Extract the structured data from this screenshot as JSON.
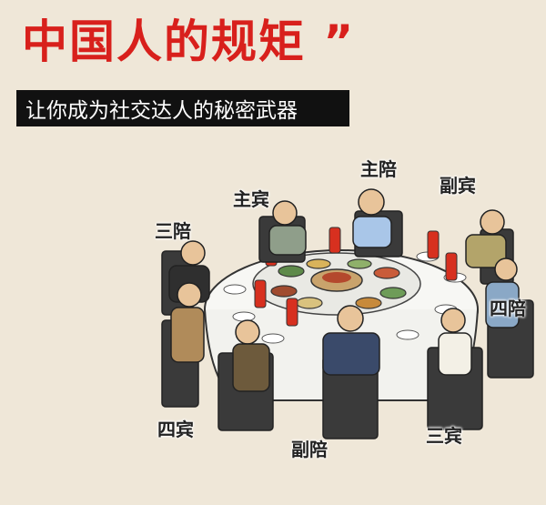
{
  "title": "中国人的规矩 ”",
  "subtitle": "让你成为社交达人的秘密武器",
  "seats": {
    "host": "主陪",
    "guest_of_honor": "主宾",
    "second_guest": "副宾",
    "third_host": "三陪",
    "fourth_host": "四陪",
    "fourth_guest": "四宾",
    "second_host": "副陪",
    "third_guest": "三宾"
  }
}
